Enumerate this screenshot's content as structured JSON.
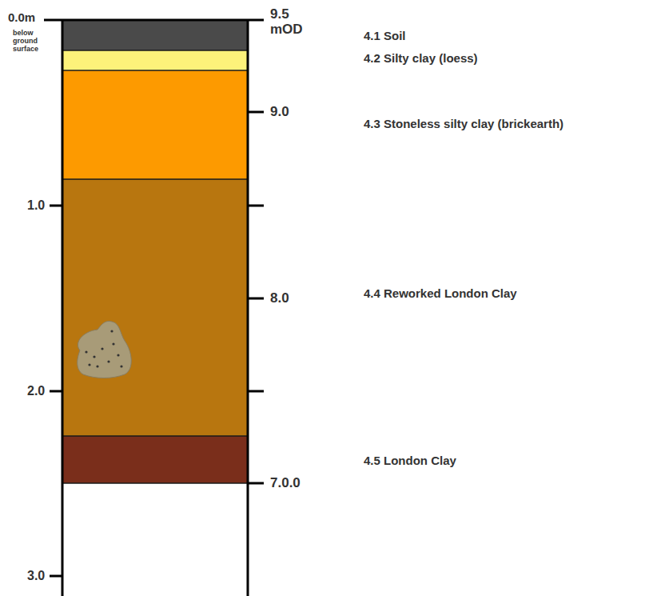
{
  "diagram": {
    "labels": [
      "0.0m",
      "below ground surface",
      "1.0",
      "2.0",
      "3.0",
      "9.5 mOD",
      "9.0",
      "8.0",
      "7.0.0",
      "4.1 Soil",
      "4.2 Silty clay (loess)",
      "4.3 Stoneless silty clay (brickearth)",
      "4.4 Reworked London Clay",
      "4.5 London Clay"
    ]
  }
}
